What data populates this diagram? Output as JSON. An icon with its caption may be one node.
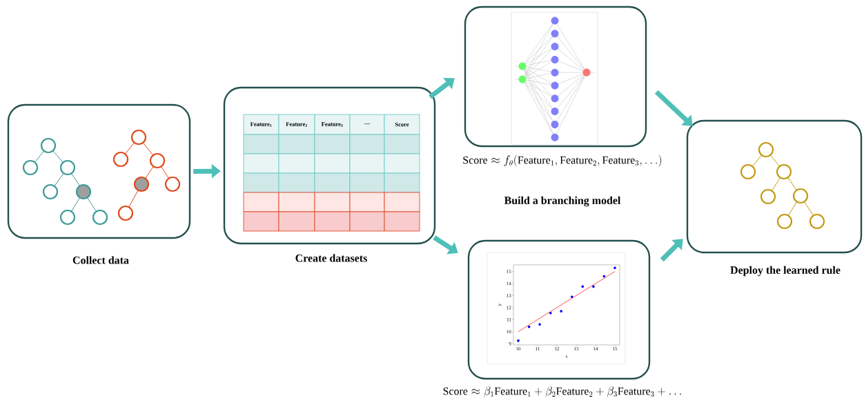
{
  "diagram": {
    "nodes": [
      {
        "text": [
          "Collect data"
        ]
      },
      {
        "text": [
          "Create datasets"
        ]
      },
      {
        "text": [
          "\\mathrm{Score} \\approx f_{\\theta}(\\mathrm{Feature}_{1}, \\mathrm{Feature}_{2}, \\mathrm{Feature}_{3}, \\ldots)"
        ]
      },
      {
        "text": [
          "\\mathrm{Score} \\approx \\beta_{1}\\mathrm{Feature}_{1} + \\beta_{2}\\mathrm{Feature}_{2} + \\beta_{3}\\mathrm{Feature}_{3} + \\ldots"
        ]
      },
      {
        "text": [
          "Deploy the learned rule"
        ]
      }
    ],
    "edges": [
      {
        "from": 0,
        "to": 1,
        "arrow": "to"
      },
      {
        "from": 1,
        "to": 2,
        "arrow": "to"
      },
      {
        "from": 1,
        "to": 3,
        "arrow": "to"
      },
      {
        "from": 2,
        "to": 4,
        "arrow": "to"
      },
      {
        "from": 3,
        "to": 4,
        "arrow": "to"
      }
    ],
    "labels": [
      "Feature$_{1}$",
      "Feature$_{2}$",
      "Feature$_{3}$",
      "···",
      "Score",
      "Build a branching model"
    ],
    "chart_data": {
      "type": "scatter",
      "xlabel": "x",
      "ylabel": "y",
      "x": [
        10,
        10.56,
        11.11,
        11.67,
        12.22,
        12.78,
        13.33,
        13.89,
        14.44,
        15
      ],
      "series": [
        {
          "color": "#0000ff",
          "values": [
            9.25,
            10.4,
            10.6,
            11.55,
            11.7,
            12.9,
            13.75,
            13.75,
            14.6,
            15.3
          ]
        },
        {
          "color": "#ff0000",
          "type": "line",
          "values": [
            10,
            10.56,
            11.11,
            11.67,
            12.22,
            12.78,
            13.33,
            13.89,
            14.44,
            15
          ]
        }
      ],
      "xlim": [
        9.75,
        15.25
      ],
      "ylim": [
        8.9,
        15.55
      ],
      "xticks": [
        10,
        11,
        12,
        13,
        14,
        15
      ],
      "yticks": [
        9,
        10,
        11,
        12,
        13,
        14,
        15
      ]
    }
  }
}
